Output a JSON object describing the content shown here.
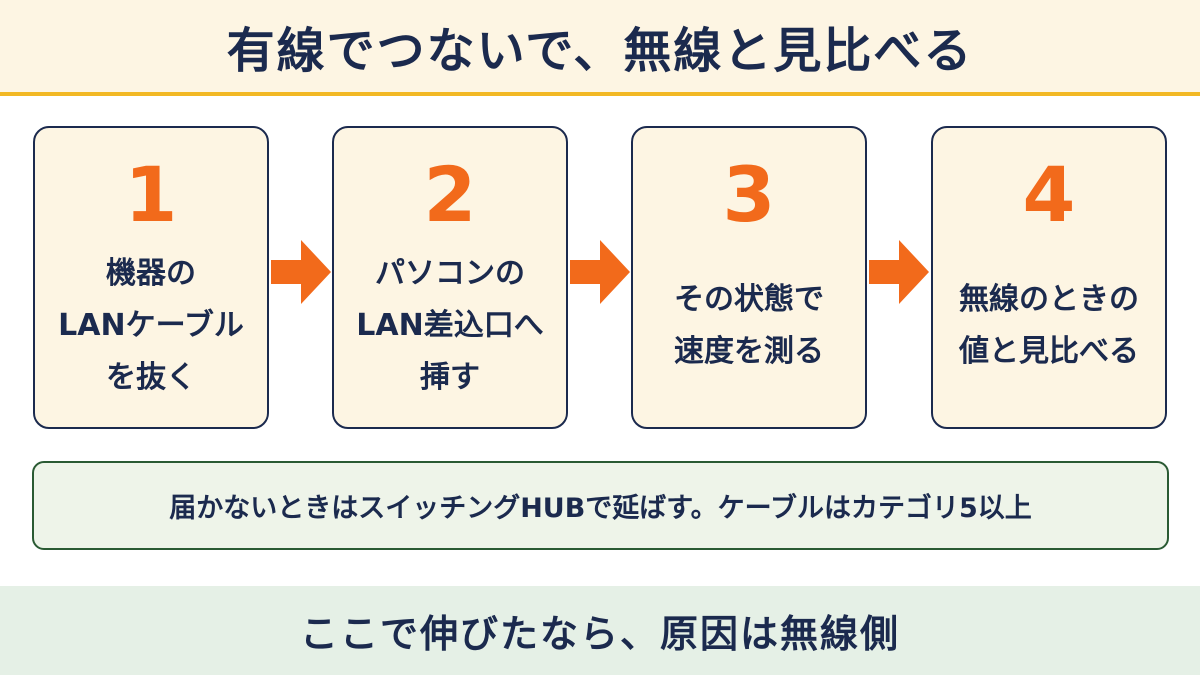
{
  "title": "有線でつないで、無線と見比べる",
  "steps": [
    {
      "number": "1",
      "lines": [
        "機器の",
        "LANケーブル",
        "を抜く"
      ]
    },
    {
      "number": "2",
      "lines": [
        "パソコンの",
        "LAN差込口へ",
        "挿す"
      ]
    },
    {
      "number": "3",
      "lines": [
        "その状態で",
        "速度を測る"
      ]
    },
    {
      "number": "4",
      "lines": [
        "無線のときの",
        "値と見比べる"
      ]
    }
  ],
  "note": "届かないときはスイッチングHUBで延ばす。ケーブルはカテゴリ5以上",
  "footer": "ここで伸びたなら、原因は無線側",
  "colors": {
    "navy": "#1b2a4e",
    "orange": "#f26a1b",
    "cream": "#fdf5e3",
    "gold": "#f2b824",
    "green_border": "#2a5a33",
    "green_bg": "#e5f0e6"
  }
}
